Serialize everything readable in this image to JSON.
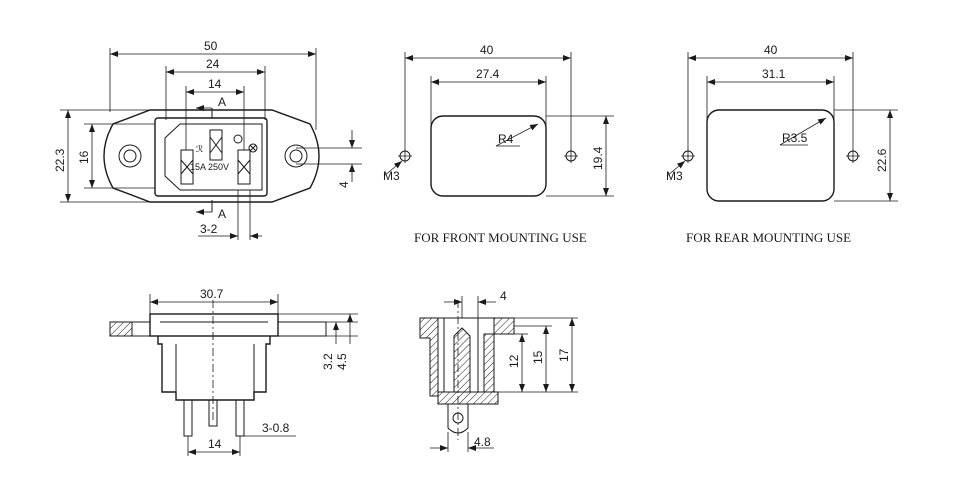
{
  "top_view": {
    "dims": [
      "50",
      "24",
      "14",
      "22.3",
      "16",
      "4",
      "3-2"
    ],
    "section_mark": "A",
    "rating_label": "15A 250V"
  },
  "front_cutout": {
    "dims": [
      "40",
      "27.4",
      "19.4"
    ],
    "radius": "R4",
    "screw": "M3",
    "caption": "FOR FRONT MOUNTING USE"
  },
  "rear_cutout": {
    "dims": [
      "40",
      "31.1",
      "22.6"
    ],
    "radius": "R3.5",
    "screw": "M3",
    "caption": "FOR REAR MOUNTING USE"
  },
  "side_view": {
    "dims": [
      "30.7",
      "3.2",
      "4.5",
      "14",
      "3-0.8"
    ]
  },
  "section_view": {
    "dims": [
      "4",
      "12",
      "15",
      "17",
      "4.8"
    ]
  }
}
